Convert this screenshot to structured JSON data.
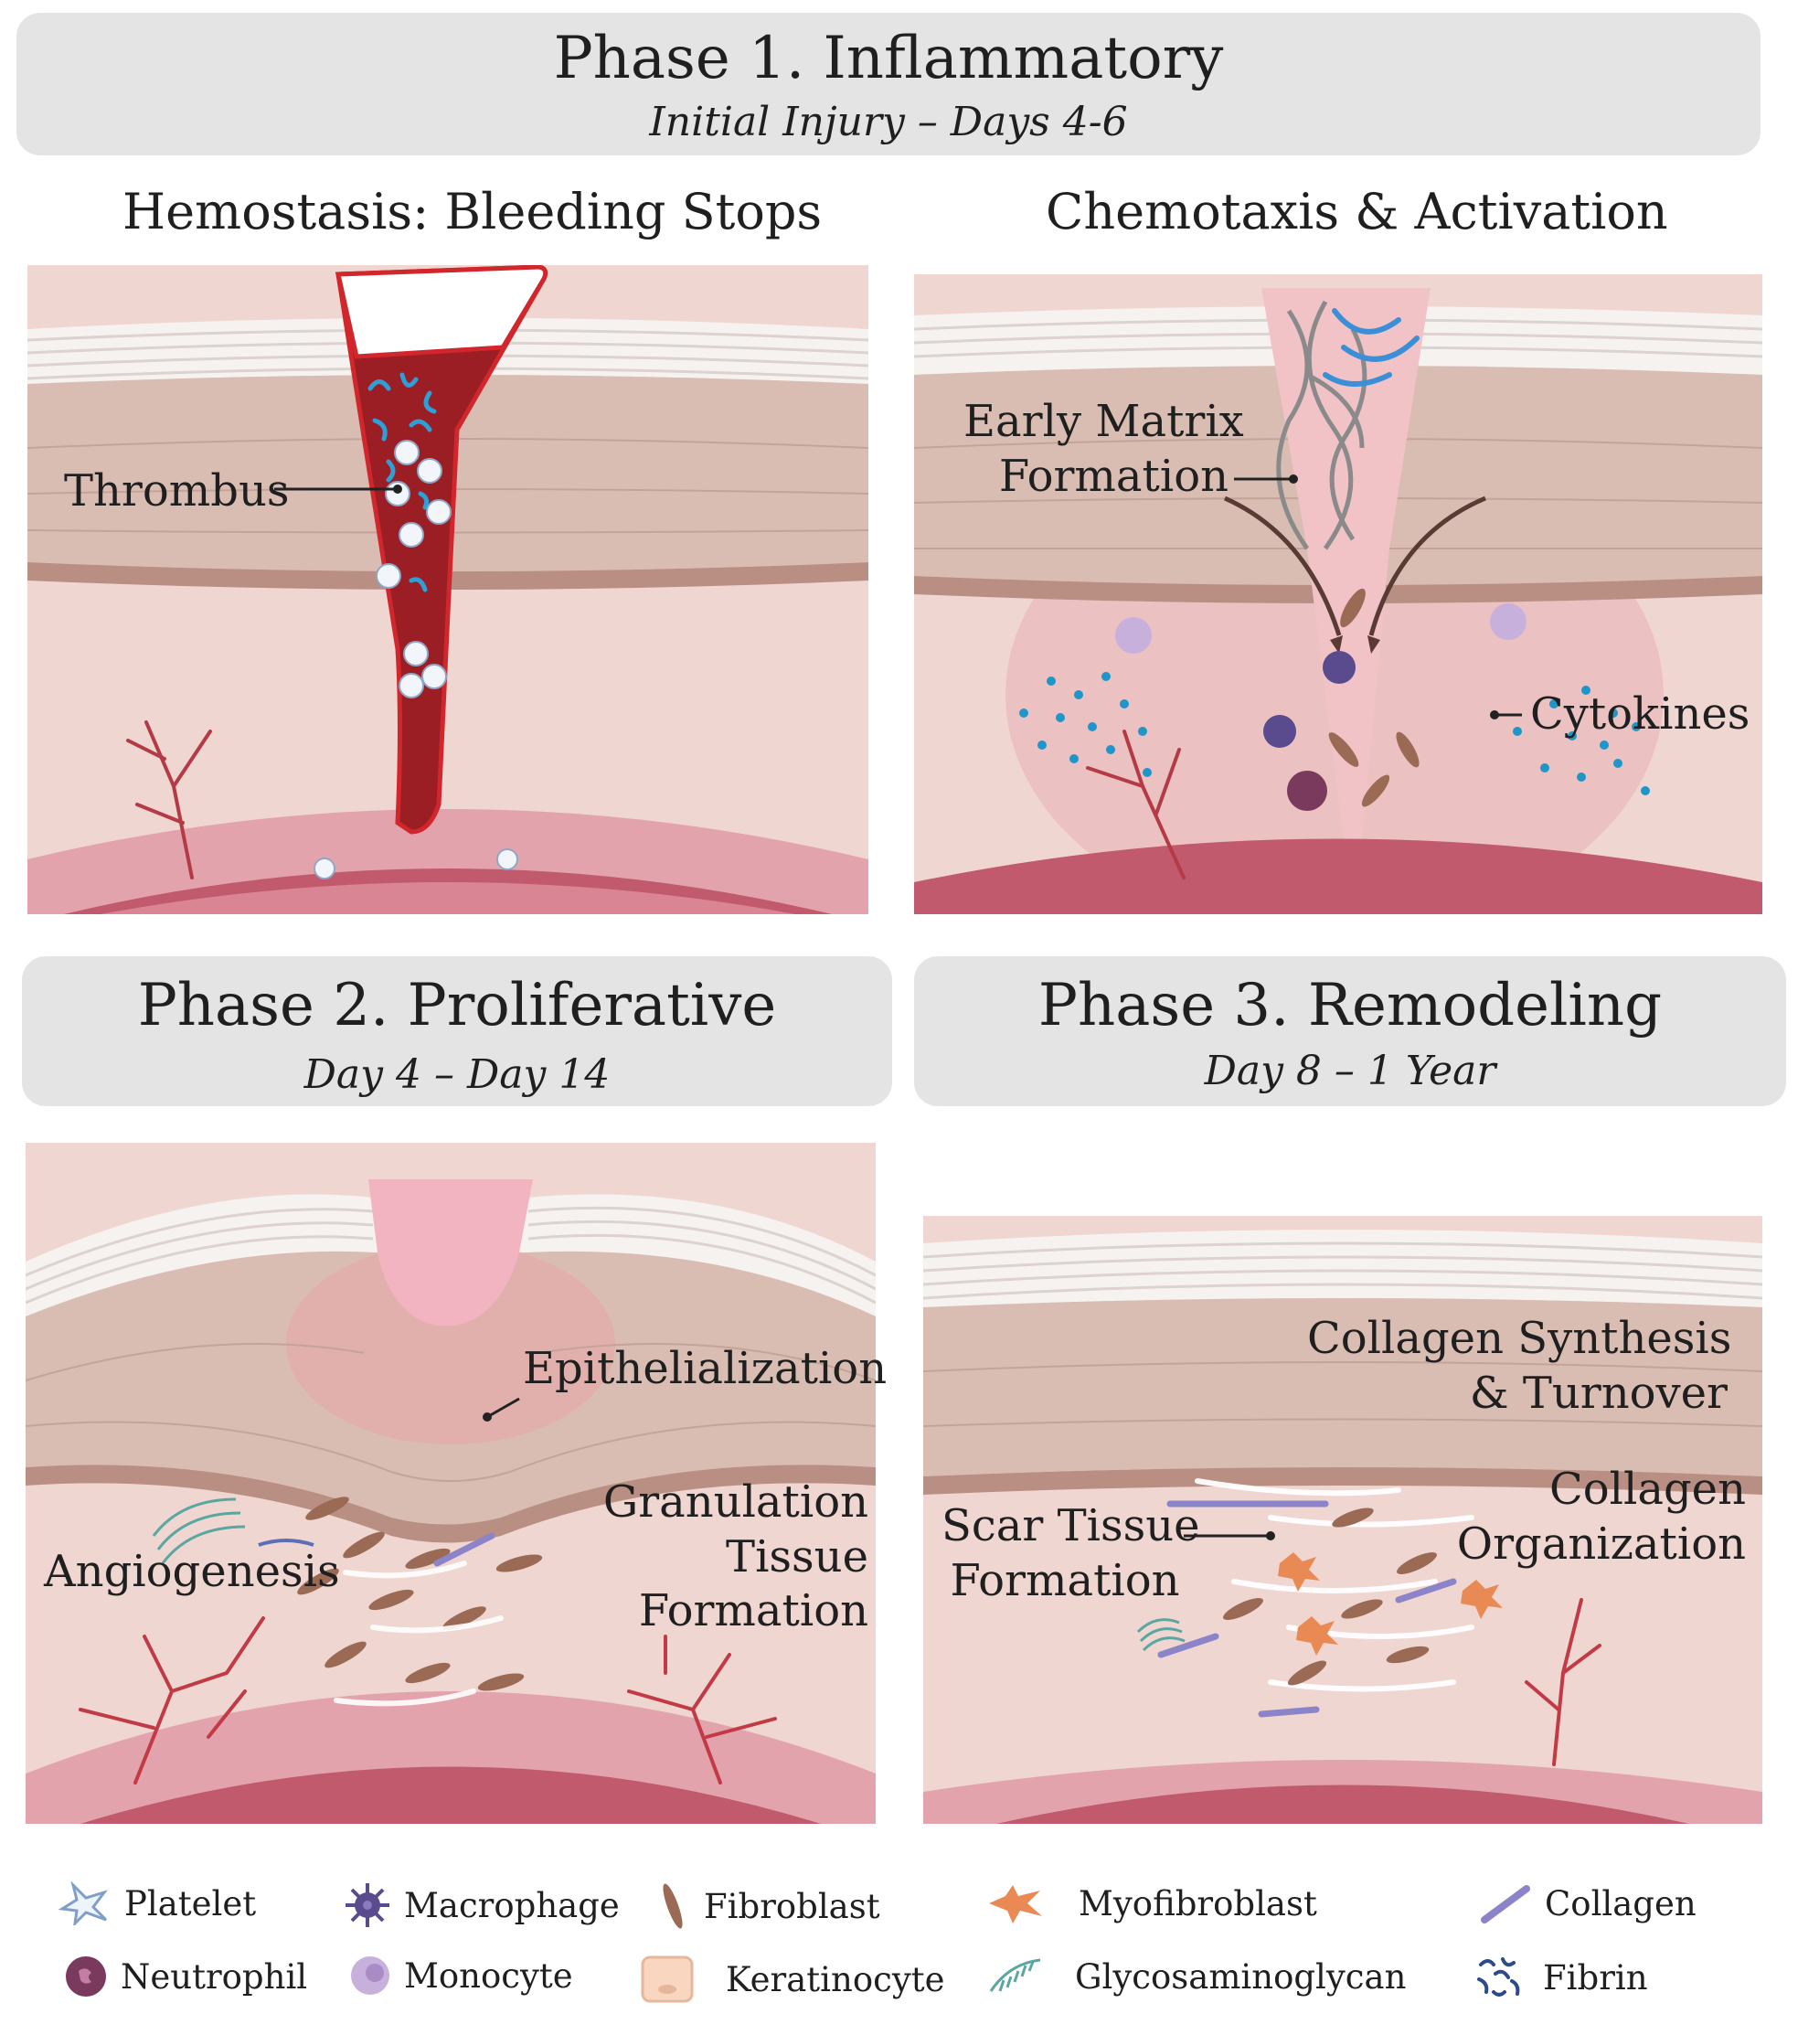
{
  "phase1": {
    "title": "Phase 1. Inflammatory",
    "subtitle": "Initial Injury – Days 4-6"
  },
  "phase2": {
    "title": "Phase 2. Proliferative",
    "subtitle": "Day 4 – Day 14"
  },
  "phase3": {
    "title": "Phase 3. Remodeling",
    "subtitle": "Day 8 – 1 Year"
  },
  "panels": {
    "hemostasis": {
      "title": "Hemostasis: Bleeding Stops",
      "label_thrombus": "Thrombus"
    },
    "chemotaxis": {
      "title": "Chemotaxis & Activation",
      "label_matrix_1": "Early Matrix",
      "label_matrix_2": "Formation",
      "label_cytokines": "Cytokines"
    },
    "proliferative": {
      "label_epithelialization": "Epithelialization",
      "label_granulation_1": "Granulation",
      "label_granulation_2": "Tissue",
      "label_granulation_3": "Formation",
      "label_angiogenesis": "Angiogenesis"
    },
    "remodeling": {
      "label_collagen_synthesis_1": "Collagen Synthesis",
      "label_collagen_synthesis_2": "& Turnover",
      "label_collagen_org_1": "Collagen",
      "label_collagen_org_2": "Organization",
      "label_scar_1": "Scar Tissue",
      "label_scar_2": "Formation"
    }
  },
  "legend": [
    {
      "name": "Platelet",
      "icon": "platelet-icon"
    },
    {
      "name": "Macrophage",
      "icon": "macrophage-icon"
    },
    {
      "name": "Fibroblast",
      "icon": "fibroblast-icon"
    },
    {
      "name": "Myofibroblast",
      "icon": "myofibroblast-icon"
    },
    {
      "name": "Collagen",
      "icon": "collagen-icon"
    },
    {
      "name": "Neutrophil",
      "icon": "neutrophil-icon"
    },
    {
      "name": "Monocyte",
      "icon": "monocyte-icon"
    },
    {
      "name": "Keratinocyte",
      "icon": "keratinocyte-icon"
    },
    {
      "name": "Glycosaminoglycan",
      "icon": "glycosaminoglycan-icon"
    },
    {
      "name": "Fibrin",
      "icon": "fibrin-icon"
    }
  ],
  "colors": {
    "banner": "#e4e4e4",
    "stratum_corneum": "#f4efed",
    "epidermis": "#d8bcb2",
    "dermis": "#efd6d1",
    "vessel": "#c25a6d",
    "blood": "#b42a2f",
    "fibrin": "#2f9fd8",
    "cytokine": "#1f95c8",
    "fibroblast": "#9a6a55",
    "myofibroblast": "#e98a55",
    "collagen": "#8c84c8",
    "macrophage": "#5a4a8e",
    "monocyte": "#c7b0dc",
    "neutrophil": "#7a3a5e"
  }
}
